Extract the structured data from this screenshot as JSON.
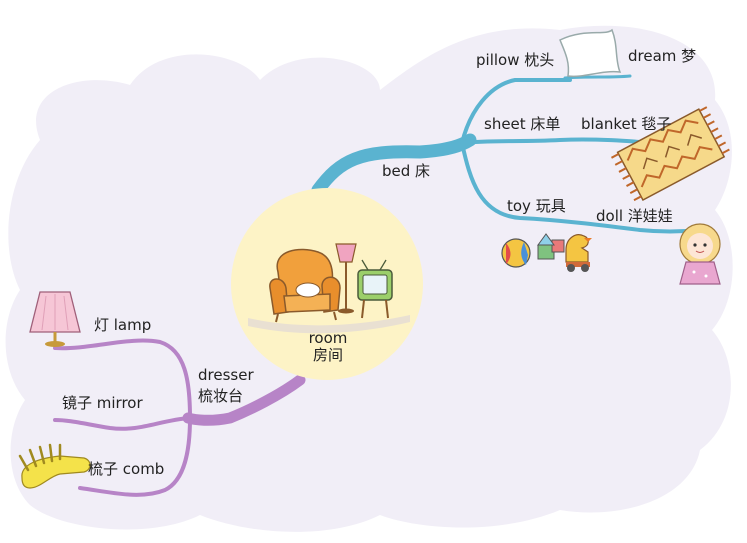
{
  "center": {
    "en": "room",
    "zh": "房间"
  },
  "branches": {
    "bed": {
      "label": "bed 床",
      "items": {
        "pillow": "pillow 枕头",
        "dream": "dream 梦",
        "sheet": "sheet 床单",
        "blanket": "blanket 毯子",
        "toy": "toy 玩具",
        "doll": "doll 洋娃娃"
      }
    },
    "dresser": {
      "label_en": "dresser",
      "label_zh": "梳妆台",
      "items": {
        "lamp": "灯 lamp",
        "mirror": "镜子 mirror",
        "comb": "梳子 comb"
      }
    }
  },
  "colors": {
    "background_blob": "#f1eef7",
    "center_circle": "#fdf3c6",
    "bed_branch": "#5ab3d0",
    "dresser_branch": "#b784c7"
  },
  "icons": [
    "armchair-icon",
    "floor-lamp-icon",
    "tv-icon",
    "pillow-icon",
    "blanket-icon",
    "ball-icon",
    "toy-blocks-icon",
    "duck-toy-icon",
    "doll-icon",
    "table-lamp-icon",
    "comb-icon"
  ]
}
